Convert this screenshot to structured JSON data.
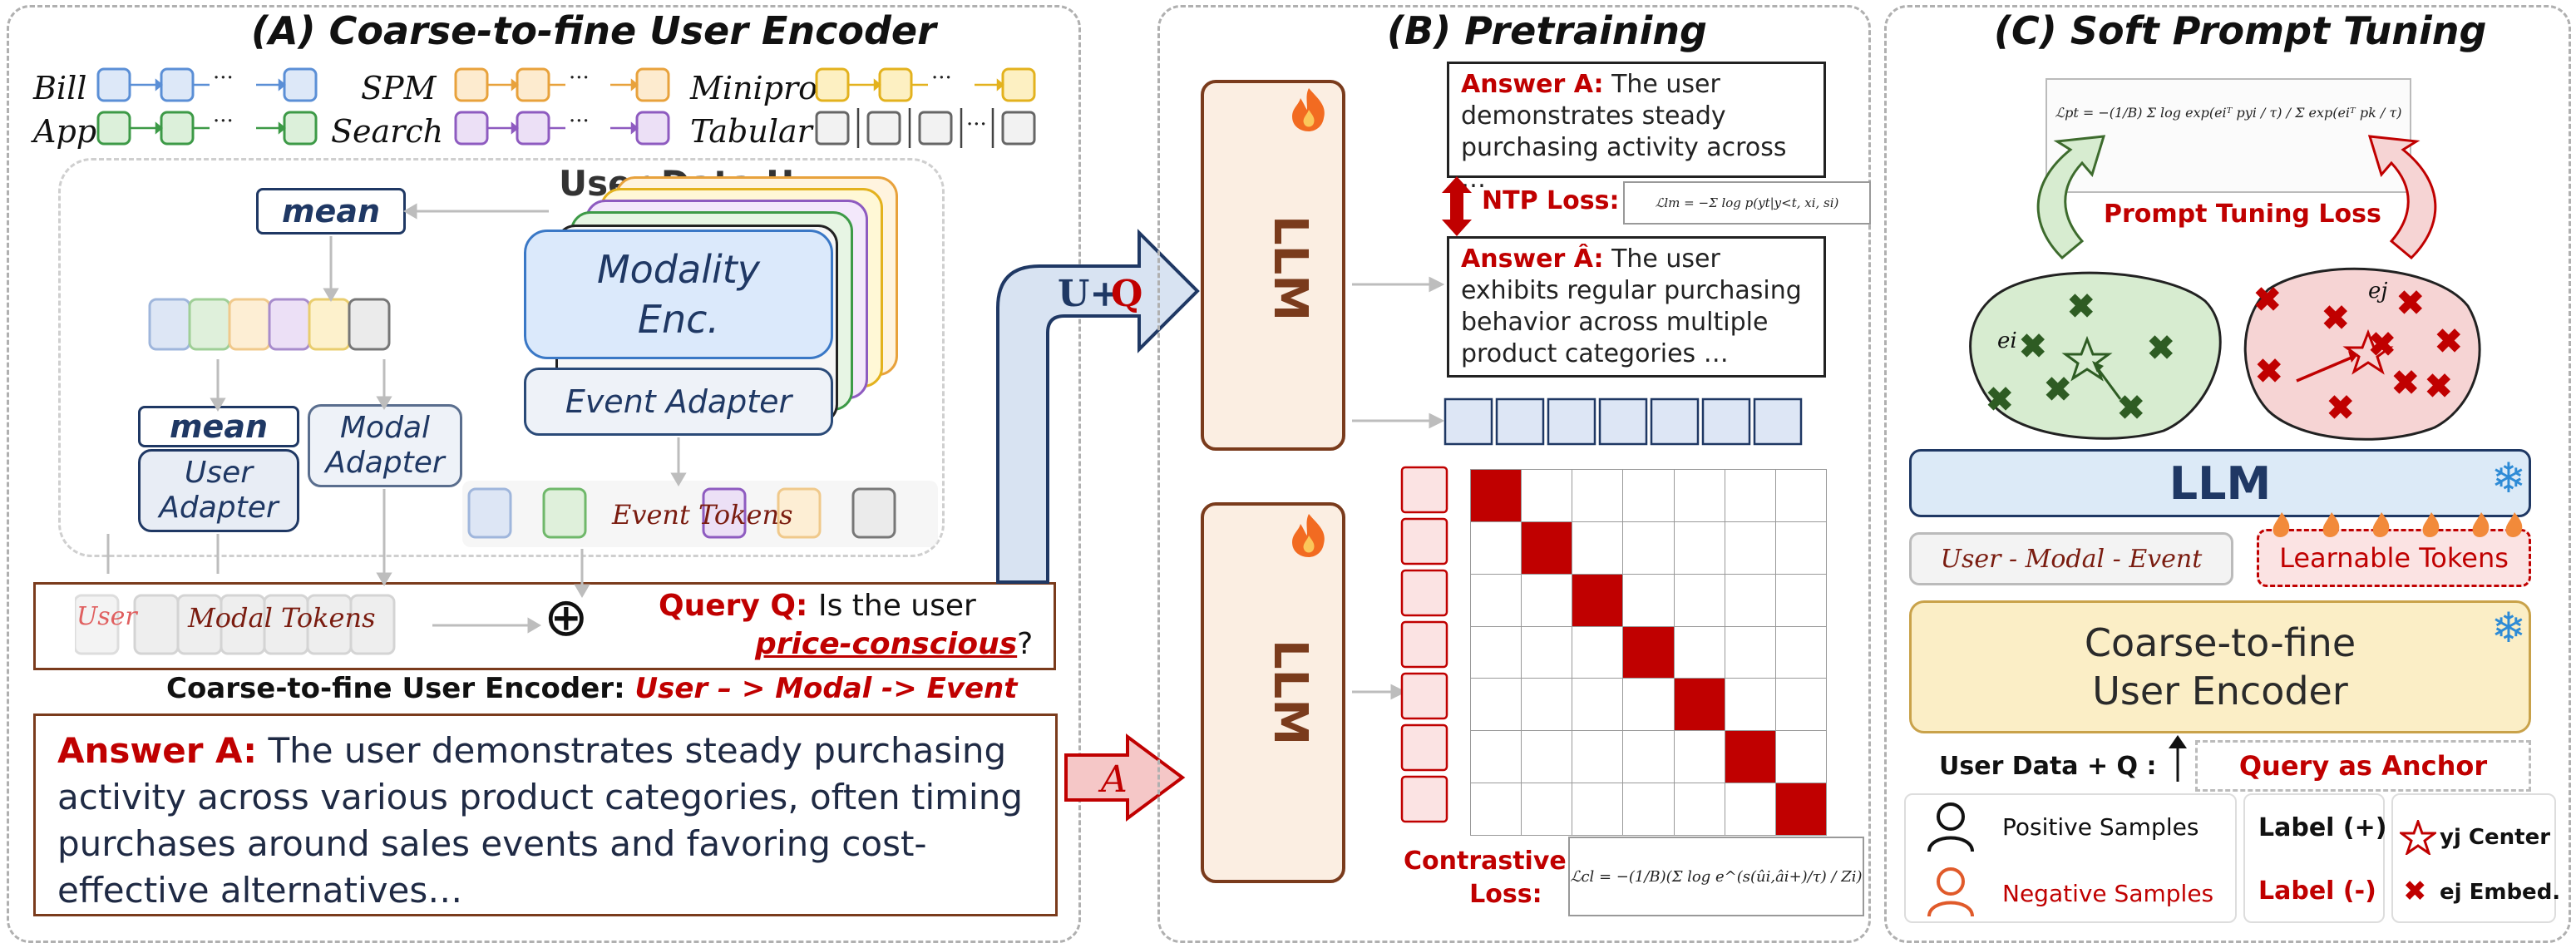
{
  "panel_a": {
    "title": "(A) Coarse-to-fine User Encoder",
    "sequences": {
      "bill": "Bill",
      "app": "App",
      "spm": "SPM",
      "search": "Search",
      "minipro": "Minipro.",
      "tabular": "Tabular",
      "ellipsis": "···"
    },
    "user_data": "User Data U:",
    "modality_enc": "Modality Enc.",
    "event_adapter": "Event Adapter",
    "mean_top": "mean",
    "mean_mid": "mean",
    "user_adapter": "User Adapter",
    "modal_adapter": "Modal Adapter",
    "event_tokens": "Event Tokens",
    "user_tok": "User",
    "modal_tokens": "Modal Tokens",
    "oplus": "⊕",
    "query_label": "Query Q:",
    "query_text_1": "Is the user",
    "query_text_2": "price-conscious",
    "query_text_3": "?",
    "encoder_caption_prefix": "Coarse-to-fine User Encoder:",
    "encoder_caption_flow": "User – > Modal -> Event",
    "answer_label": "Answer A:",
    "answer_text": "The user demonstrates steady purchasing activity across various product categories, often timing purchases around sales events and favoring cost-effective alternatives…",
    "uq_arrow": "U+Q",
    "uq_u": "U+",
    "uq_q": "Q",
    "a_arrow": "A"
  },
  "panel_b": {
    "title": "(B) Pretraining",
    "llm_top": "LLM",
    "llm_bottom": "LLM",
    "answer_a_label": "Answer A:",
    "answer_a_text": "The user demonstrates steady purchasing activity across …",
    "ntp_loss": "NTP Loss:",
    "ntp_formula": "ℒlm = −Σ log p(yt|y<t, xi, si)",
    "answer_hat_label": "Answer Â:",
    "answer_hat_text": "The user exhibits regular purchasing behavior across multiple product categories …",
    "contrastive_loss_1": "Contrastive",
    "contrastive_loss_2": "Loss:",
    "cl_formula": "ℒcl = −(1/B)(Σ log e^(s(ûi,âi+)/τ) / Zi)"
  },
  "panel_c": {
    "title": "(C) Soft Prompt Tuning",
    "pt_formula": "ℒpt = −(1/B) Σ log exp(eiᵀ pyi / τ) / Σ exp(eiᵀ pk / τ)",
    "prompt_tuning_loss": "Prompt Tuning Loss",
    "ei": "ei",
    "ej": "ej",
    "llm": "LLM",
    "learnable_tokens": "Learnable Tokens",
    "user_modal_event": "User - Modal - Event",
    "encoder_line1": "Coarse-to-fine",
    "encoder_line2": "User Encoder",
    "user_data_q": "User Data + Q :",
    "query_anchor": "Query as Anchor",
    "positive_samples": "Positive Samples",
    "negative_samples": "Negative Samples",
    "label_pos": "Label (+)",
    "label_neg": "Label (-)",
    "yj_center": "yj Center",
    "ej_embed": "ej Embed."
  },
  "colors": {
    "red": "#c00000",
    "navy": "#1f3864",
    "green_blob": "#d7ecd0",
    "red_blob": "#f6d4d4",
    "llm_fill": "#fbeee2",
    "llm_border": "#7a3b1c",
    "encoder_fill": "#fbeec6",
    "token_blue": "#dde6f5"
  }
}
